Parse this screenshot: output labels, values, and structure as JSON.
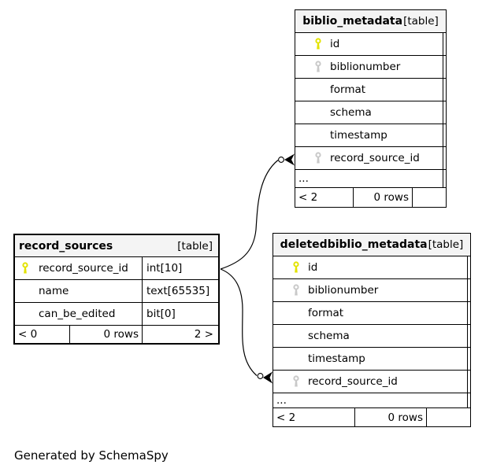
{
  "generator_note": "Generated by SchemaSpy",
  "colors": {
    "primary_key_icon": "#e3e300",
    "foreign_key_icon": "#c9c9c9",
    "header_background": "#f4f4f4",
    "border": "#000000",
    "background": "#ffffff"
  },
  "tables": {
    "biblio_metadata": {
      "name": "biblio_metadata",
      "kind": "[table]",
      "columns": [
        {
          "name": "id",
          "key": "primary"
        },
        {
          "name": "biblionumber",
          "key": "foreign"
        },
        {
          "name": "format",
          "key": "none"
        },
        {
          "name": "schema",
          "key": "none"
        },
        {
          "name": "timestamp",
          "key": "none"
        },
        {
          "name": "record_source_id",
          "key": "foreign"
        }
      ],
      "more": "...",
      "footer": {
        "children": "< 2",
        "rows": "0 rows",
        "parents": ""
      }
    },
    "record_sources": {
      "name": "record_sources",
      "kind": "[table]",
      "columns": [
        {
          "name": "record_source_id",
          "type": "int[10]",
          "key": "primary"
        },
        {
          "name": "name",
          "type": "text[65535]",
          "key": "none"
        },
        {
          "name": "can_be_edited",
          "type": "bit[0]",
          "key": "none"
        }
      ],
      "footer": {
        "children": "< 0",
        "rows": "0 rows",
        "parents": "2 >"
      }
    },
    "deletedbiblio_metadata": {
      "name": "deletedbiblio_metadata",
      "kind": "[table]",
      "columns": [
        {
          "name": "id",
          "key": "primary"
        },
        {
          "name": "biblionumber",
          "key": "foreign"
        },
        {
          "name": "format",
          "key": "none"
        },
        {
          "name": "schema",
          "key": "none"
        },
        {
          "name": "timestamp",
          "key": "none"
        },
        {
          "name": "record_source_id",
          "key": "foreign"
        }
      ],
      "more": "...",
      "footer": {
        "children": "< 2",
        "rows": "0 rows",
        "parents": ""
      }
    }
  },
  "relationships": [
    {
      "from": "biblio_metadata.record_source_id",
      "to": "record_sources.record_source_id"
    },
    {
      "from": "deletedbiblio_metadata.record_source_id",
      "to": "record_sources.record_source_id"
    }
  ]
}
